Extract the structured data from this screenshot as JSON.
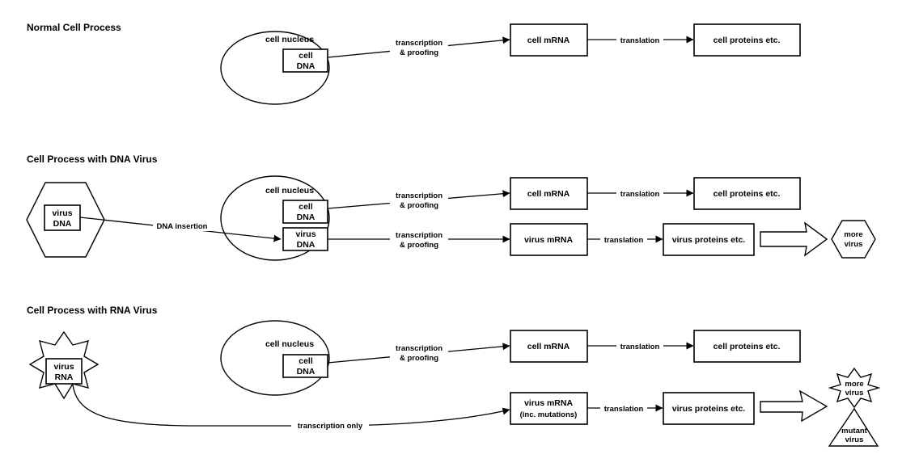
{
  "sections": {
    "normal": "Normal Cell Process",
    "dna_virus": "Cell Process with DNA Virus",
    "rna_virus": "Cell Process with RNA Virus"
  },
  "labels": {
    "cell_nucleus": "cell nucleus",
    "cell_dna": [
      "cell",
      "DNA"
    ],
    "virus_dna": [
      "virus",
      "DNA"
    ],
    "virus_rna": [
      "virus",
      "RNA"
    ],
    "transcription_proofing": [
      "transcription",
      "& proofing"
    ],
    "translation": "translation",
    "cell_mrna": "cell mRNA",
    "cell_proteins": "cell proteins etc.",
    "virus_mrna": "virus mRNA",
    "virus_mrna_mut": [
      "virus mRNA",
      "(inc. mutations)"
    ],
    "virus_proteins": "virus proteins etc.",
    "dna_insertion": "DNA insertion",
    "transcription_only": "transcription only",
    "more_virus": [
      "more",
      "virus"
    ],
    "mutant_virus": [
      "mutant",
      "virus"
    ]
  }
}
